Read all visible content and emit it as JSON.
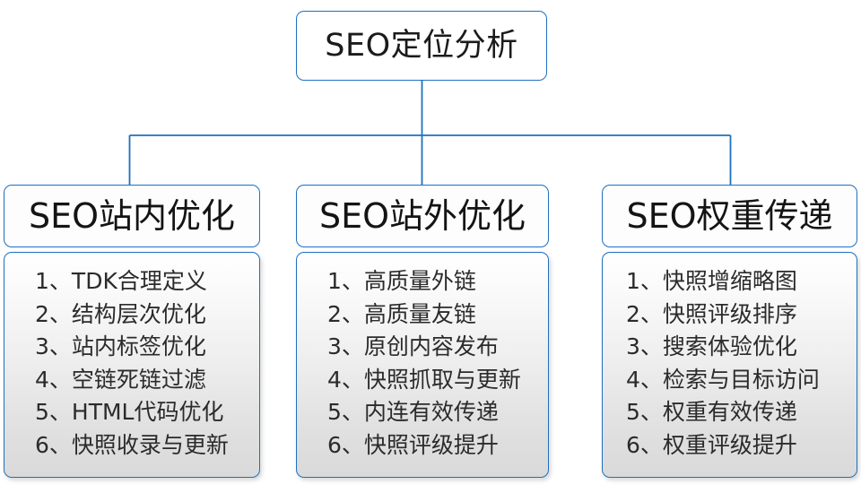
{
  "root": {
    "label": "SEO定位分析"
  },
  "connector": {
    "color": "#1f6fbf"
  },
  "theme": {
    "border_color": "#1f6fbf",
    "header_fill": "#fdfdfd",
    "body_fill_top": "#ffffff",
    "body_fill_bottom": "#dadada",
    "text_color": "#2b2b2b"
  },
  "columns": [
    {
      "header": "SEO站内优化",
      "items": [
        {
          "num": "1",
          "sep": "、",
          "text": "TDK合理定义"
        },
        {
          "num": "2",
          "sep": "、",
          "text": "结构层次优化"
        },
        {
          "num": "3",
          "sep": "、",
          "text": "站内标签优化"
        },
        {
          "num": "4",
          "sep": "、",
          "text": "空链死链过滤"
        },
        {
          "num": "5",
          "sep": "、",
          "text": "HTML代码优化"
        },
        {
          "num": "6",
          "sep": "、",
          "text": "快照收录与更新"
        }
      ]
    },
    {
      "header": "SEO站外优化",
      "items": [
        {
          "num": "1",
          "sep": "、",
          "text": "高质量外链"
        },
        {
          "num": "2",
          "sep": "、",
          "text": "高质量友链"
        },
        {
          "num": "3",
          "sep": "、",
          "text": "原创内容发布"
        },
        {
          "num": "4",
          "sep": "、",
          "text": "快照抓取与更新"
        },
        {
          "num": "5",
          "sep": "、",
          "text": "内连有效传递"
        },
        {
          "num": "6",
          "sep": "、",
          "text": "快照评级提升"
        }
      ]
    },
    {
      "header": "SEO权重传递",
      "items": [
        {
          "num": "1",
          "sep": "、",
          "text": "快照增缩略图"
        },
        {
          "num": "2",
          "sep": "、",
          "text": "快照评级排序"
        },
        {
          "num": "3",
          "sep": "、",
          "text": "搜索体验优化"
        },
        {
          "num": "4",
          "sep": "、",
          "text": "检索与目标访问"
        },
        {
          "num": "5",
          "sep": "、",
          "text": "权重有效传递"
        },
        {
          "num": "6",
          "sep": "、",
          "text": "权重评级提升"
        }
      ]
    }
  ]
}
